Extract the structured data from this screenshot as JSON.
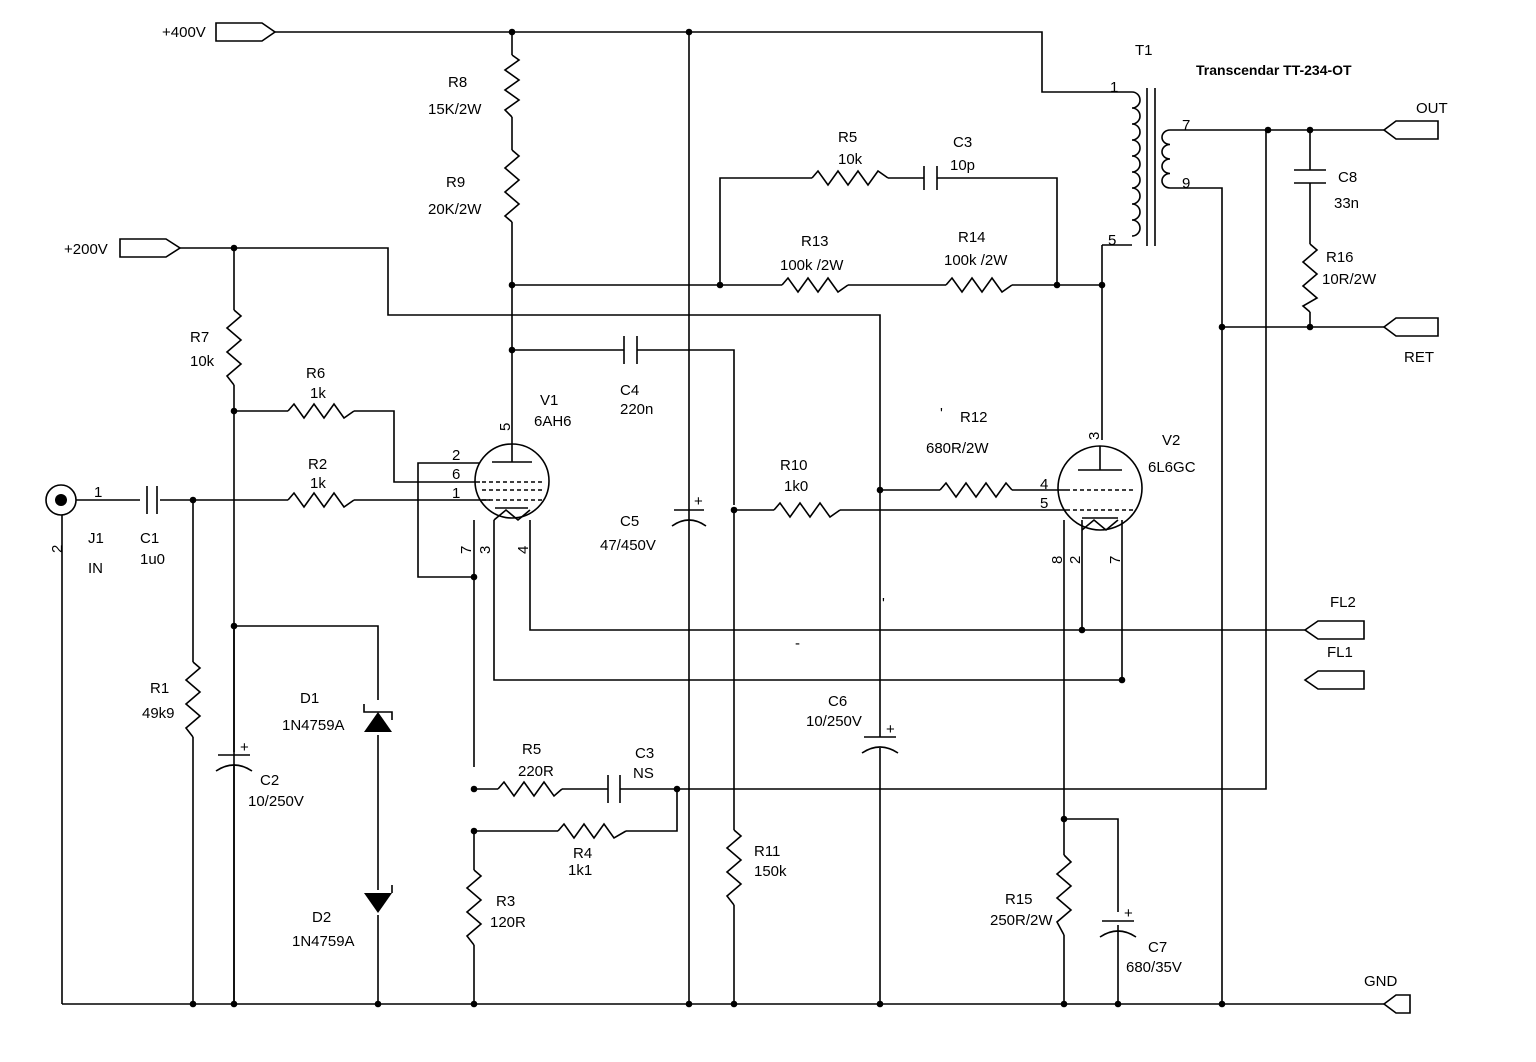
{
  "ports": {
    "plus400": "+400V",
    "plus200": "+200V",
    "out": "OUT",
    "ret": "RET",
    "fl2": "FL2",
    "fl1": "FL1",
    "gnd": "GND"
  },
  "transformer": {
    "ref": "T1",
    "model": "Transcendar TT-234-OT",
    "pins": [
      "1",
      "5",
      "7",
      "9"
    ]
  },
  "jack": {
    "ref": "J1",
    "name": "IN",
    "pin1": "1",
    "pin2": "2"
  },
  "tubes": {
    "v1": {
      "ref": "V1",
      "type": "6AH6",
      "pins": [
        "5",
        "2",
        "6",
        "1",
        "7",
        "3",
        "4"
      ]
    },
    "v2": {
      "ref": "V2",
      "type": "6L6GC",
      "pins": [
        "3",
        "4",
        "5",
        "8",
        "2",
        "7"
      ]
    }
  },
  "resistors": {
    "r8": {
      "ref": "R8",
      "value": "15K/2W"
    },
    "r9": {
      "ref": "R9",
      "value": "20K/2W"
    },
    "r7": {
      "ref": "R7",
      "value": "10k"
    },
    "r6": {
      "ref": "R6",
      "value": "1k"
    },
    "r2": {
      "ref": "R2",
      "value": "1k"
    },
    "r5a": {
      "ref": "R5",
      "value": "10k"
    },
    "r13": {
      "ref": "R13",
      "value": "100k /2W"
    },
    "r14": {
      "ref": "R14",
      "value": "100k /2W"
    },
    "r12": {
      "ref": "R12",
      "value": "680R/2W"
    },
    "r10": {
      "ref": "R10",
      "value": "1k0"
    },
    "r1": {
      "ref": "R1",
      "value": "49k9"
    },
    "r5b": {
      "ref": "R5",
      "value": "220R"
    },
    "r4": {
      "ref": "R4",
      "value": "1k1"
    },
    "r3": {
      "ref": "R3",
      "value": "120R"
    },
    "r11": {
      "ref": "R11",
      "value": "150k"
    },
    "r15": {
      "ref": "R15",
      "value": "250R/2W"
    },
    "r16": {
      "ref": "R16",
      "value": "10R/2W"
    }
  },
  "capacitors": {
    "c3a": {
      "ref": "C3",
      "value": "10p"
    },
    "c8": {
      "ref": "C8",
      "value": "33n"
    },
    "c4": {
      "ref": "C4",
      "value": "220n"
    },
    "c1": {
      "ref": "C1",
      "value": "1u0"
    },
    "c5": {
      "ref": "C5",
      "value": "47/450V"
    },
    "c2": {
      "ref": "C2",
      "value": "10/250V"
    },
    "c6": {
      "ref": "C6",
      "value": "10/250V"
    },
    "c3b": {
      "ref": "C3",
      "value": "NS"
    },
    "c7": {
      "ref": "C7",
      "value": "680/35V"
    }
  },
  "diodes": {
    "d1": {
      "ref": "D1",
      "value": "1N4759A"
    },
    "d2": {
      "ref": "D2",
      "value": "1N4759A"
    }
  },
  "polarity_mark": "+",
  "stray_marks": [
    "'",
    "'",
    "-"
  ]
}
